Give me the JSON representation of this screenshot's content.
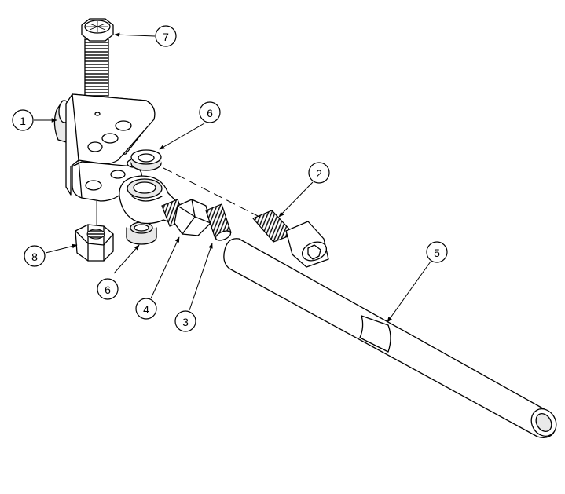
{
  "callouts": [
    {
      "id": "1",
      "label": "1"
    },
    {
      "id": "2",
      "label": "2"
    },
    {
      "id": "3",
      "label": "3"
    },
    {
      "id": "4",
      "label": "4"
    },
    {
      "id": "5",
      "label": "5"
    },
    {
      "id": "6a",
      "label": "6"
    },
    {
      "id": "6b",
      "label": "6"
    },
    {
      "id": "7",
      "label": "7"
    },
    {
      "id": "8",
      "label": "8"
    }
  ]
}
